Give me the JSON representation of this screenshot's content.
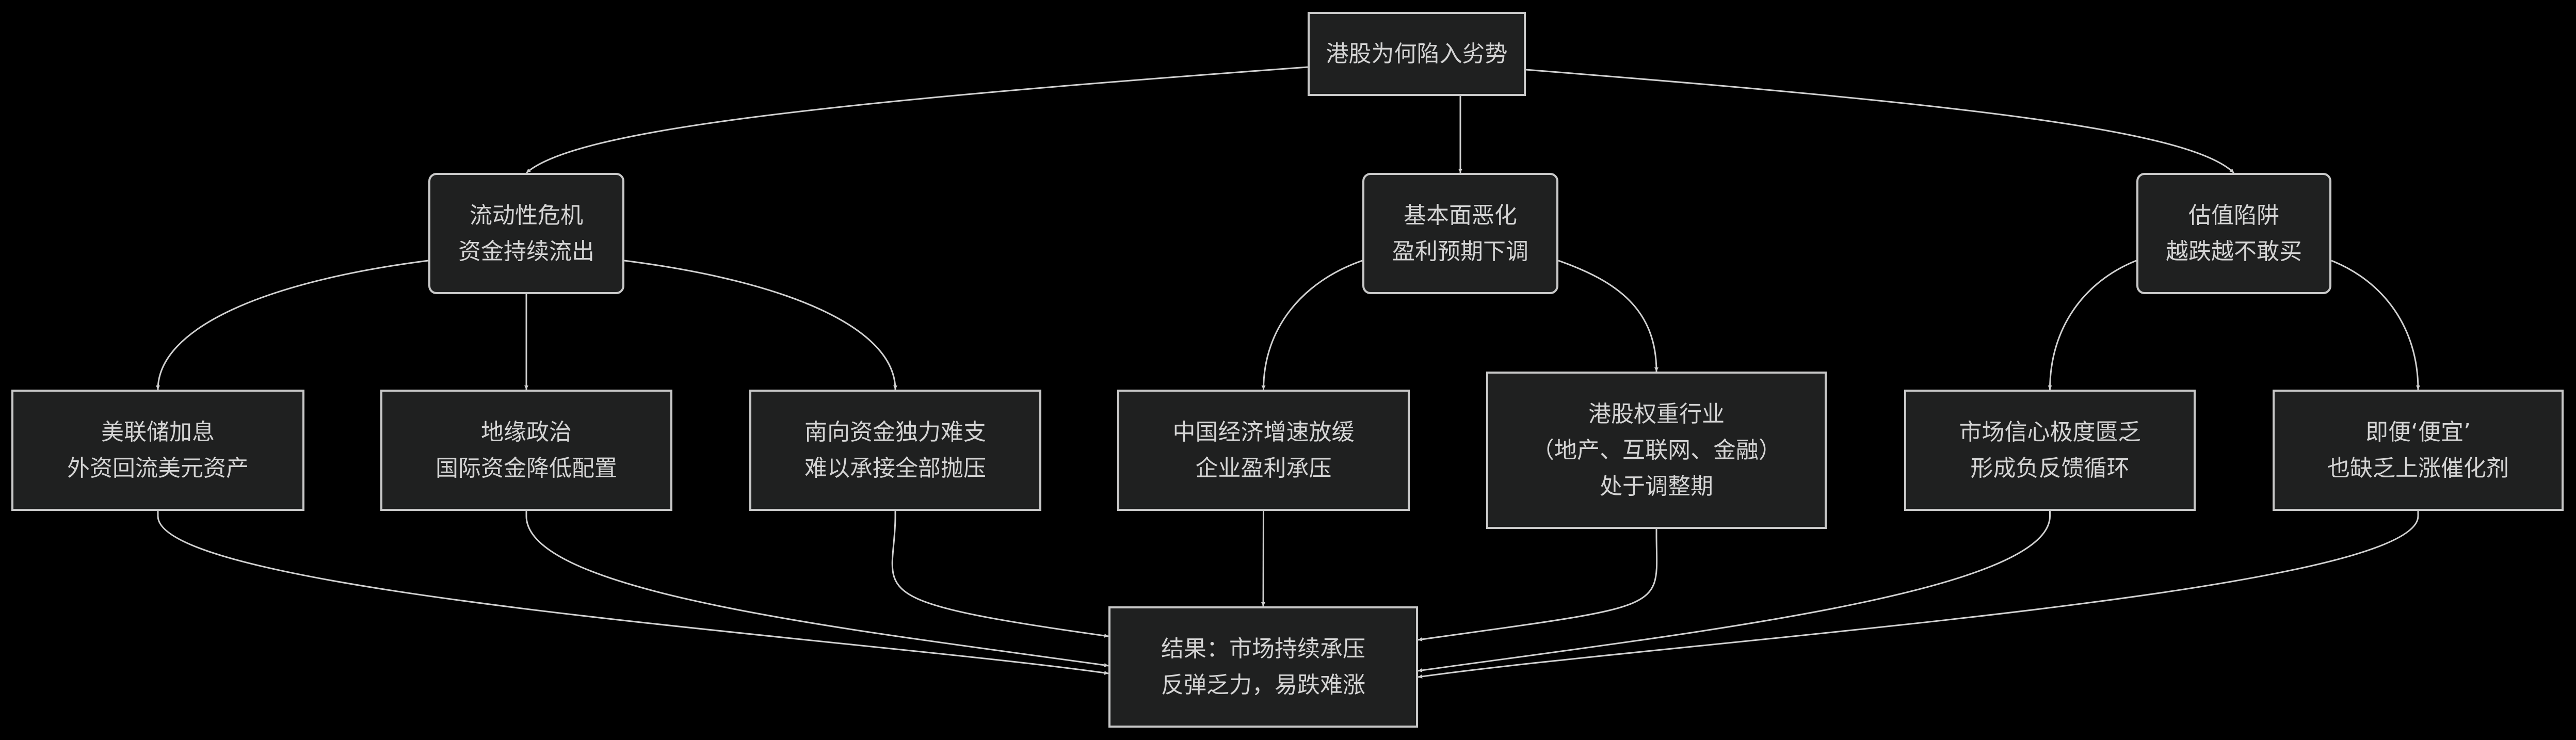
{
  "diagram": {
    "type": "flowchart",
    "direction": "top-down",
    "colors": {
      "background": "#000000",
      "node_fill": "#1f2020",
      "node_border": "#c8c8c8",
      "text": "#d4d4d4",
      "edge": "#d0d0d0"
    },
    "nodes": {
      "root": {
        "lines": [
          "港股为何陷入劣势"
        ]
      },
      "liquidity": {
        "lines": [
          "流动性危机",
          "资金持续流出"
        ]
      },
      "fundamentals": {
        "lines": [
          "基本面恶化",
          "盈利预期下调"
        ]
      },
      "valuation": {
        "lines": [
          "估值陷阱",
          "越跌越不敢买"
        ]
      },
      "fed": {
        "lines": [
          "美联储加息",
          "外资回流美元资产"
        ]
      },
      "geopolitics": {
        "lines": [
          "地缘政治",
          "国际资金降低配置"
        ]
      },
      "southbound": {
        "lines": [
          "南向资金独力难支",
          "难以承接全部抛压"
        ]
      },
      "china_economy": {
        "lines": [
          "中国经济增速放缓",
          "企业盈利承压"
        ]
      },
      "heavy_sectors": {
        "lines": [
          "港股权重行业",
          "（地产、互联网、金融）",
          "处于调整期"
        ]
      },
      "confidence": {
        "lines": [
          "市场信心极度匮乏",
          "形成负反馈循环"
        ]
      },
      "no_catalyst": {
        "lines": [
          "即便‘便宜’",
          "也缺乏上涨催化剂"
        ]
      },
      "result": {
        "lines": [
          "结果：市场持续承压",
          "反弹乏力，易跌难涨"
        ]
      }
    },
    "edges": [
      {
        "from": "root",
        "to": "liquidity"
      },
      {
        "from": "root",
        "to": "fundamentals"
      },
      {
        "from": "root",
        "to": "valuation"
      },
      {
        "from": "liquidity",
        "to": "fed"
      },
      {
        "from": "liquidity",
        "to": "geopolitics"
      },
      {
        "from": "liquidity",
        "to": "southbound"
      },
      {
        "from": "fundamentals",
        "to": "china_economy"
      },
      {
        "from": "fundamentals",
        "to": "heavy_sectors"
      },
      {
        "from": "valuation",
        "to": "confidence"
      },
      {
        "from": "valuation",
        "to": "no_catalyst"
      },
      {
        "from": "fed",
        "to": "result"
      },
      {
        "from": "geopolitics",
        "to": "result"
      },
      {
        "from": "southbound",
        "to": "result"
      },
      {
        "from": "china_economy",
        "to": "result"
      },
      {
        "from": "heavy_sectors",
        "to": "result"
      },
      {
        "from": "confidence",
        "to": "result"
      },
      {
        "from": "no_catalyst",
        "to": "result"
      }
    ]
  }
}
